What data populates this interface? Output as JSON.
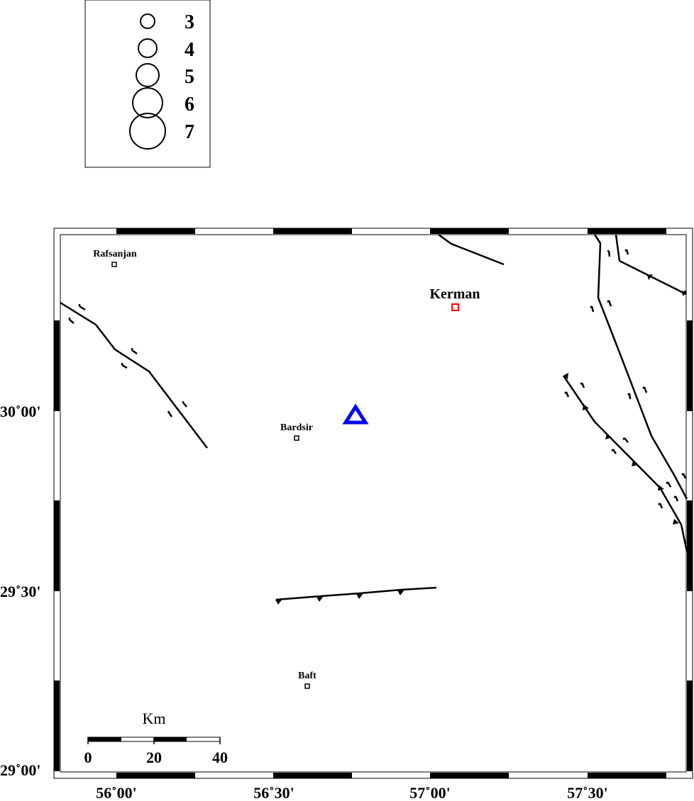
{
  "legend": {
    "title": "",
    "magnitudes": [
      "3",
      "4",
      "5",
      "6",
      "7"
    ]
  },
  "map": {
    "axis_labels": {
      "lon": [
        "56˚00'",
        "56˚30'",
        "57˚00'",
        "57˚30'"
      ],
      "lat": [
        "30˚00'",
        "29˚30'",
        "29˚00'"
      ]
    },
    "cities": [
      {
        "name": "Rafsanjan",
        "style": "small"
      },
      {
        "name": "Kerman",
        "style": "large",
        "color": "#ff0000"
      },
      {
        "name": "Bardsir",
        "style": "small"
      },
      {
        "name": "Baft",
        "style": "small"
      }
    ],
    "station_marker": {
      "shape": "triangle",
      "color": "#0000ff"
    },
    "scale_bar": {
      "unit": "Km",
      "labels": [
        "0",
        "20",
        "40"
      ]
    },
    "colors": {
      "fault": "#000000",
      "frame_dark": "#000000",
      "frame_light": "#ffffff"
    }
  }
}
